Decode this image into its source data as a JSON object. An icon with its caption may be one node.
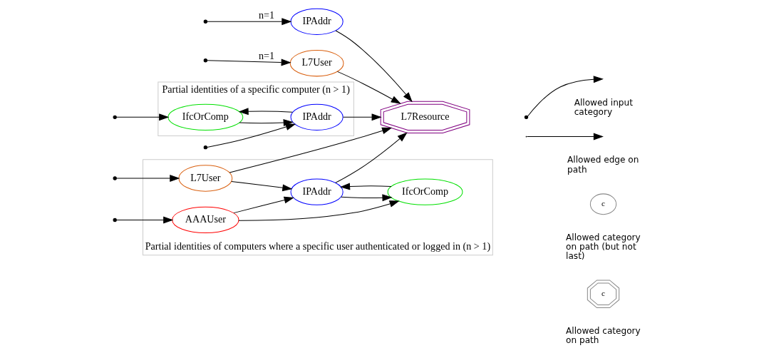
{
  "diagram": {
    "nodes": [
      {
        "text": [
          "L7User"
        ]
      },
      {
        "text": [
          "Partial identities of a specific computer (n > 1)"
        ]
      },
      {
        "text": [
          "IfcOrComp"
        ],
        "in": 1
      },
      {
        "text": [
          "IPAddr"
        ],
        "in": 1
      },
      {
        "text": [
          "IPAddr"
        ]
      },
      {
        "text": [
          "L7Resource"
        ]
      },
      {
        "text": [
          "Partial identities of computers where a specific user authenticated or logged in (n > 1)"
        ]
      },
      {
        "text": [
          "L7User"
        ],
        "in": 6
      },
      {
        "text": [
          "AAAUser"
        ],
        "in": 6
      },
      {
        "text": [
          "IPAddr"
        ],
        "in": 6
      },
      {
        "text": [
          "IfcOrComp"
        ],
        "in": 6
      }
    ],
    "edges": [
      {
        "from": null,
        "to": 0,
        "arrow": "to",
        "label": "n=1"
      },
      {
        "from": 0,
        "to": 5,
        "arrow": "to"
      },
      {
        "from": null,
        "to": 2,
        "arrow": "to"
      },
      {
        "from": 3,
        "to": 2,
        "arrow": "to"
      },
      {
        "from": 2,
        "to": 3,
        "arrow": "to"
      },
      {
        "from": null,
        "to": 3,
        "arrow": "to"
      },
      {
        "from": 3,
        "to": 5,
        "arrow": "to"
      },
      {
        "from": null,
        "to": 4,
        "arrow": "to",
        "label": "n=1"
      },
      {
        "from": 4,
        "to": 5,
        "arrow": "to"
      },
      {
        "from": null,
        "to": 7,
        "arrow": "to"
      },
      {
        "from": null,
        "to": 8,
        "arrow": "to"
      },
      {
        "from": 7,
        "to": 5,
        "arrow": "to"
      },
      {
        "from": 7,
        "to": 9,
        "arrow": "to"
      },
      {
        "from": 8,
        "to": 9,
        "arrow": "to"
      },
      {
        "from": 8,
        "to": 10,
        "arrow": "to"
      },
      {
        "from": 9,
        "to": 5,
        "arrow": "to"
      },
      {
        "from": 10,
        "to": 9,
        "arrow": "to"
      },
      {
        "from": 9,
        "to": 10,
        "arrow": "to"
      }
    ],
    "labels": [
      "c",
      "c"
    ],
    "legend": [
      {
        "text": "Allowed input category"
      },
      {
        "text": "Allowed edge on path"
      },
      {
        "text": "Allowed category on path (but not last)"
      },
      {
        "text": "Allowed category on path"
      }
    ]
  }
}
